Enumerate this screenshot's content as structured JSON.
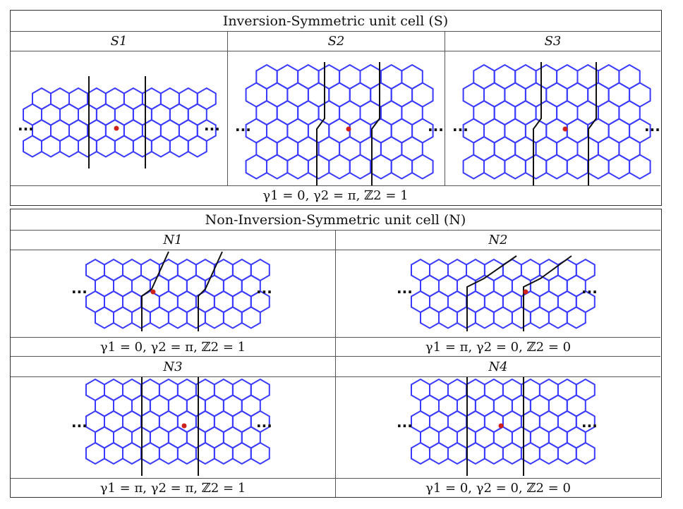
{
  "top_table": {
    "title": "Inversion-Symmetric unit cell (S)",
    "columns": [
      {
        "label": "S1"
      },
      {
        "label": "S2"
      },
      {
        "label": "S3"
      }
    ],
    "invariants": "γ1 = 0, γ2 = π, ℤ2 = 1"
  },
  "bottom_table": {
    "title": "Non-Inversion-Symmetric unit cell (N)",
    "cells": [
      {
        "label": "N1",
        "invariants": "γ1 = 0, γ2 = π, ℤ2 = 1"
      },
      {
        "label": "N2",
        "invariants": "γ1 = π, γ2 = 0, ℤ2 = 0"
      },
      {
        "label": "N3",
        "invariants": "γ1 = π, γ2 = π, ℤ2 = 1"
      },
      {
        "label": "N4",
        "invariants": "γ1 = 0, γ2 = 0, ℤ2 = 0"
      }
    ]
  },
  "ellipsis": "···",
  "colors": {
    "lattice": "#3b3bff",
    "center_dot": "#d0201a",
    "cut_line": "#111111",
    "border": "#333333"
  }
}
